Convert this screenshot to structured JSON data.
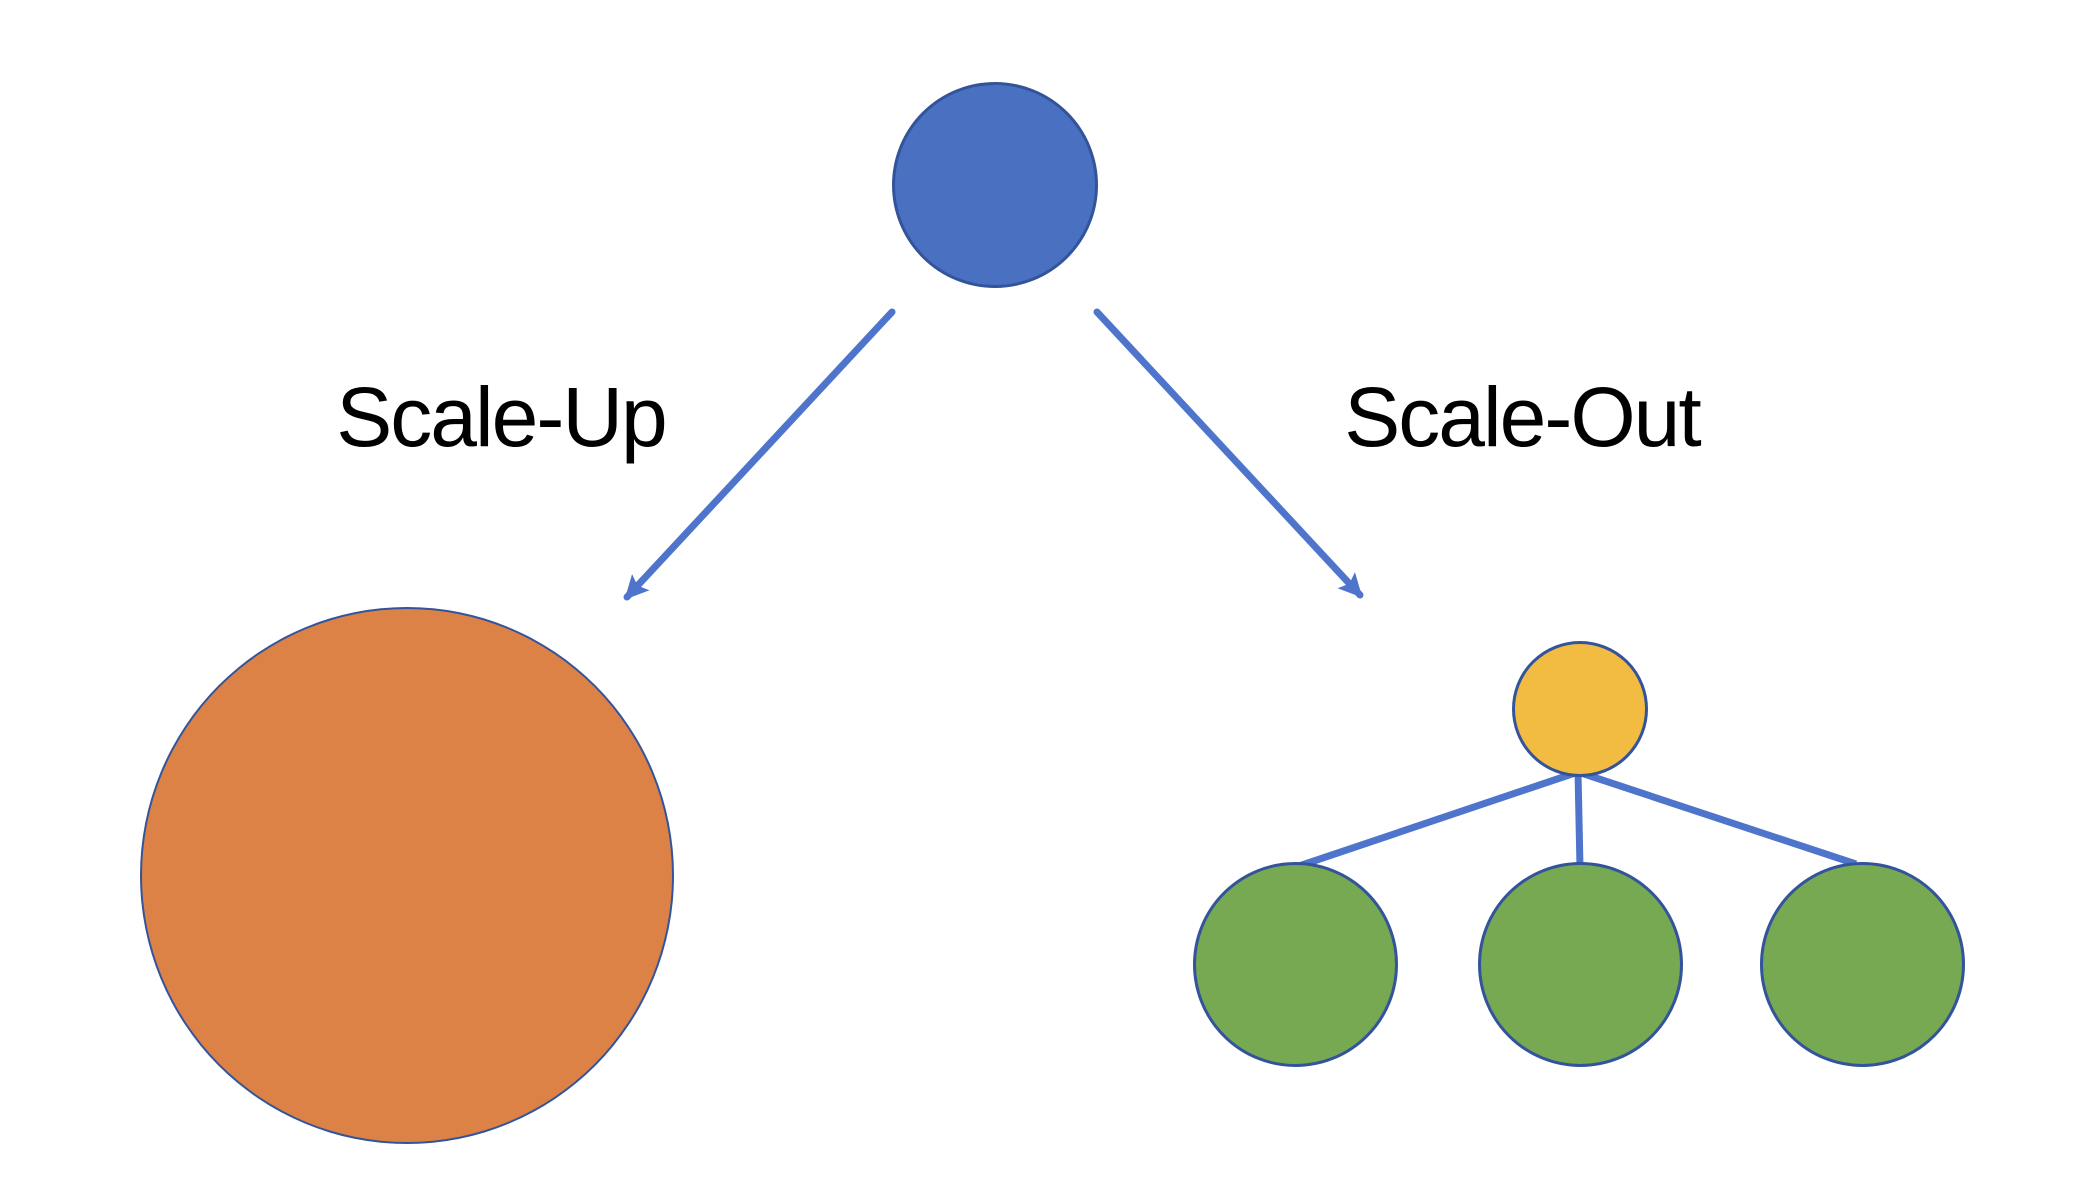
{
  "labels": {
    "scale_up": "Scale-Up",
    "scale_out": "Scale-Out"
  },
  "colors": {
    "background": "#FFFFFF",
    "root_node": "#4A70C2",
    "scale_up_node": "#DD8246",
    "coordinator_node": "#F2BC42",
    "worker_node": "#77A952",
    "node_outline": "#33549B",
    "connector": "#4E75CB",
    "label_text": "#000000"
  },
  "structure": {
    "worker_count": 3
  }
}
